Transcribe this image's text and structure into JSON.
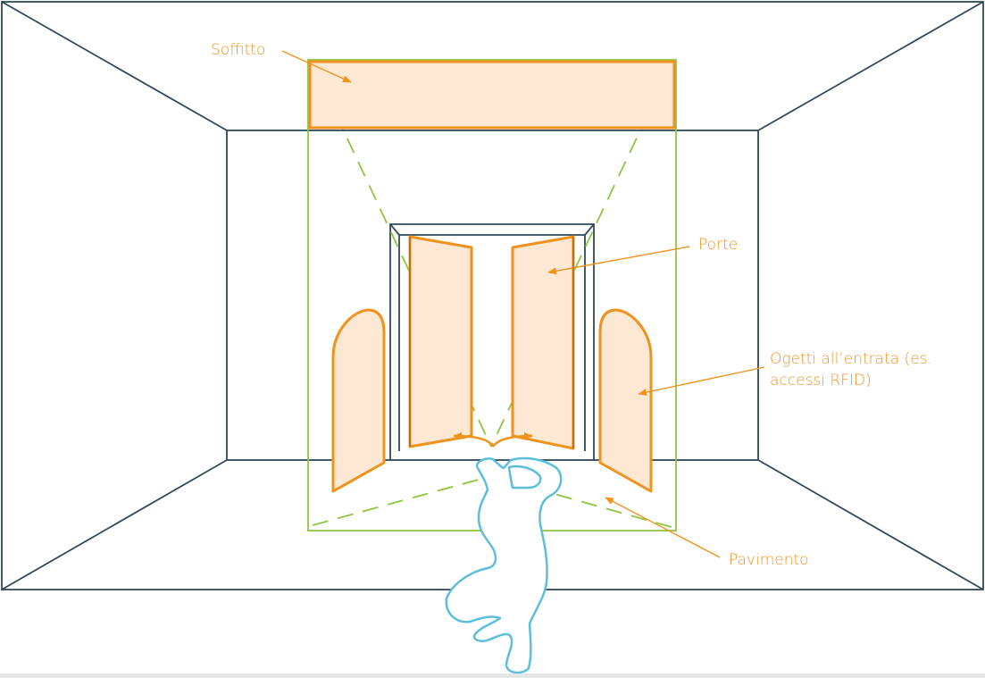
{
  "labels": {
    "ceiling": "Soffitto",
    "doors": "Porte",
    "entrance_objects_line1": "Ogetti all’entrata (es.",
    "entrance_objects_line2": "accessi RFID)",
    "floor": "Pavimento"
  },
  "colors": {
    "room_lines": "#2f4a58",
    "orange": "#f0921e",
    "orange_fill": "#fde8d4",
    "label_text": "#f0921e",
    "green_dashed": "#8dc63f",
    "person_outline": "#5bbfdc"
  },
  "icons": {
    "person": "person-silhouette-icon"
  }
}
